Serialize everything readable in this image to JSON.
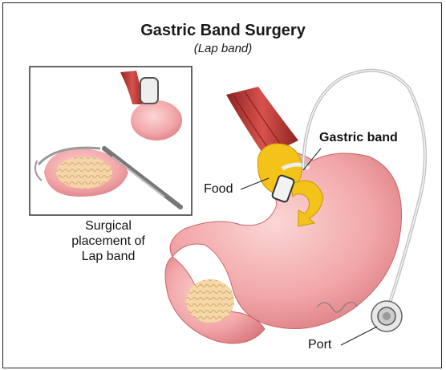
{
  "title": "Gastric Band Surgery",
  "subtitle": "(Lap band)",
  "inset": {
    "caption_line1": "Surgical",
    "caption_line2": "placement of",
    "caption_line3": "Lap band"
  },
  "labels": {
    "gastric_band": "Gastric band",
    "food": "Food",
    "port": "Port"
  },
  "colors": {
    "stomach": "#f2a7a9",
    "stomach_shadow": "#d9787c",
    "band": "#f3c31a",
    "esophagus": "#c8413e",
    "tube": "#c8c8c8"
  }
}
